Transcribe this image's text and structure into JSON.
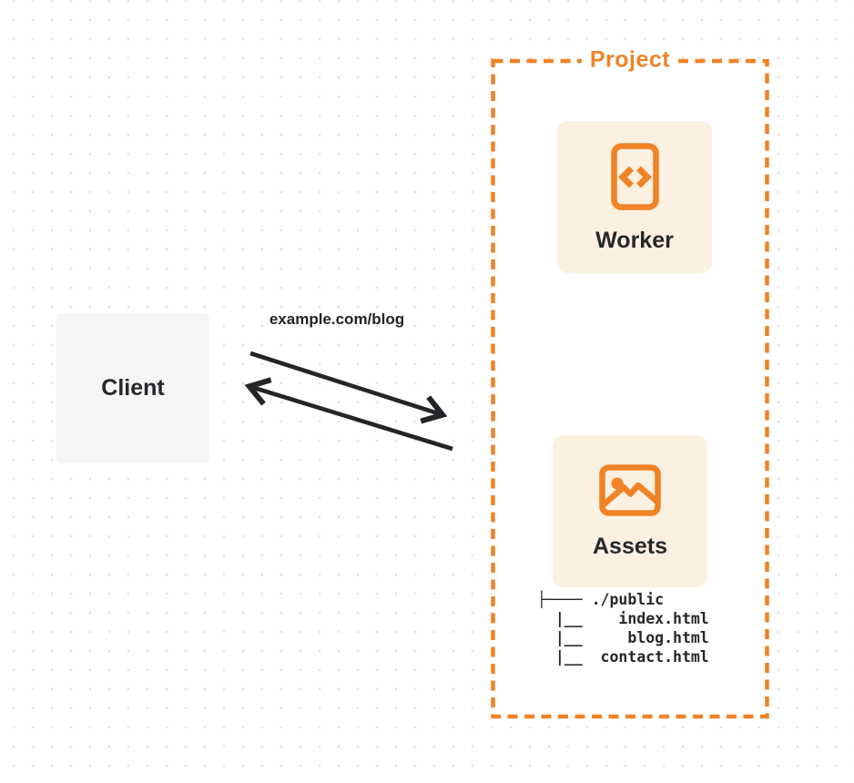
{
  "diagram": {
    "client": {
      "label": "Client"
    },
    "request": {
      "url_label": "example.com/blog"
    },
    "project": {
      "title": "Project",
      "worker": {
        "label": "Worker",
        "icon": "code-document-icon"
      },
      "assets": {
        "label": "Assets",
        "icon": "image-icon"
      },
      "file_tree": {
        "root": "./public",
        "files": [
          "index.html",
          "blog.html",
          "contact.html"
        ],
        "ascii": "├──── ./public\n  |__    index.html\n  |__     blog.html\n  |__  contact.html"
      }
    },
    "colors": {
      "accent_orange": "#ef8326",
      "card_fill": "#fcf0e1",
      "client_fill": "#f5f5f6",
      "ink": "#26272b",
      "arrow": "#242528",
      "dot_grid": "#e3e3e6"
    }
  }
}
